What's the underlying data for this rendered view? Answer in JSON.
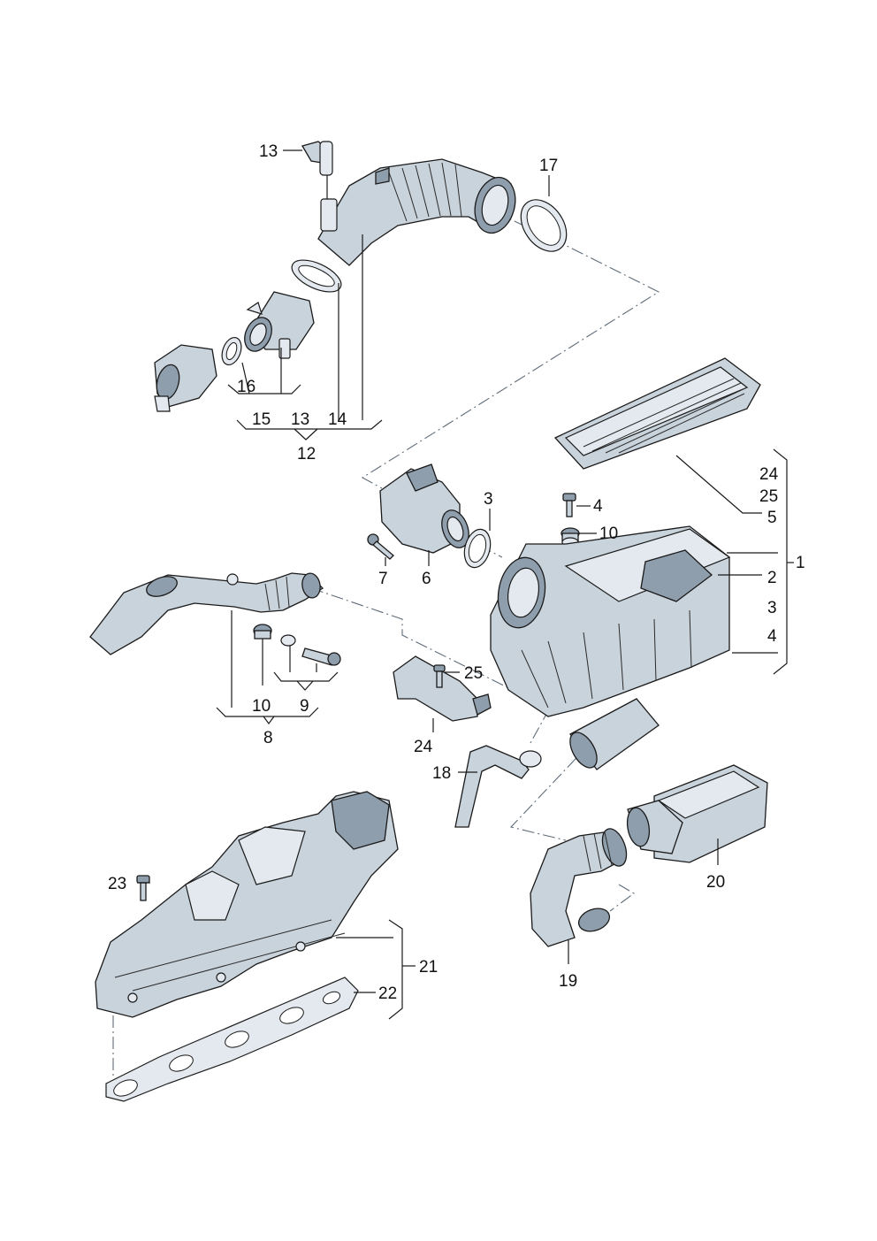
{
  "labels": {
    "l1": "1",
    "l2": "2",
    "l3a": "3",
    "l3b": "3",
    "l4a": "4",
    "l4b": "4",
    "l5": "5",
    "l6": "6",
    "l7": "7",
    "l8": "8",
    "l9": "9",
    "l10a": "10",
    "l10b": "10",
    "l12": "12",
    "l13a": "13",
    "l13b": "13",
    "l14": "14",
    "l15": "15",
    "l16": "16",
    "l17": "17",
    "l18": "18",
    "l19": "19",
    "l20": "20",
    "l21": "21",
    "l22": "22",
    "l23": "23",
    "l24a": "24",
    "l24b": "24",
    "l25a": "25",
    "l25b": "25"
  }
}
